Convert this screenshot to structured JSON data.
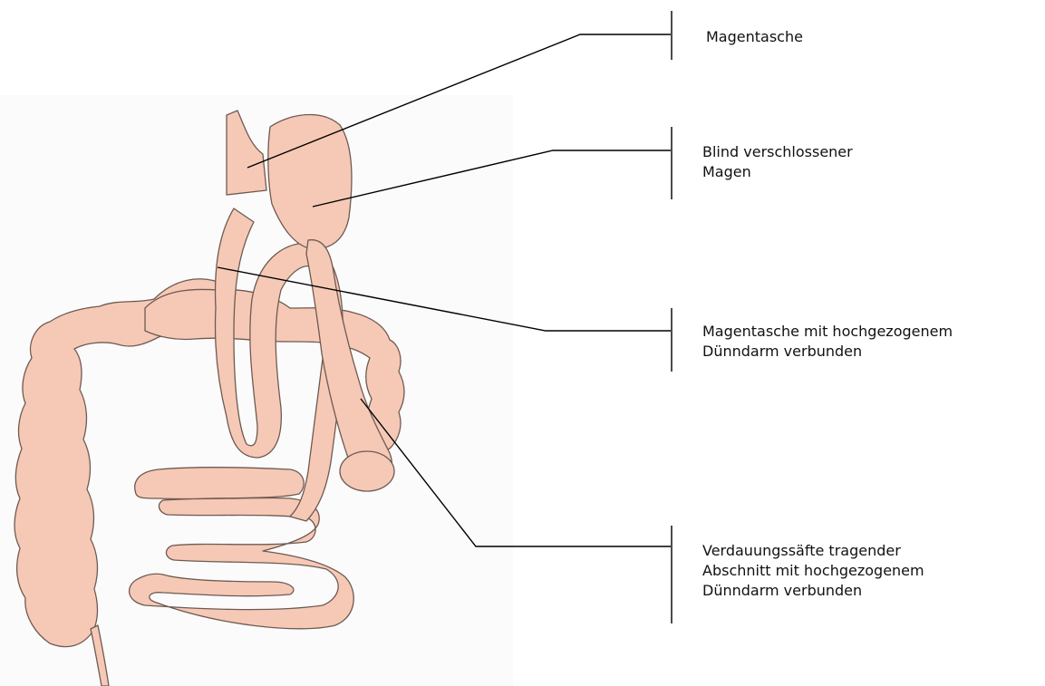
{
  "labels": [
    {
      "lines": [
        "Magentasche"
      ]
    },
    {
      "lines": [
        "Blind verschlossener",
        "Magen"
      ]
    },
    {
      "lines": [
        "Magentasche mit hochgezogenem",
        "Dünndarm verbunden"
      ]
    },
    {
      "lines": [
        "Verdauungssäfte tragender",
        "Abschnitt mit hochgezogenem",
        "Dünndarm verbunden"
      ]
    }
  ],
  "colors": {
    "background_panel": "#fbfbfb",
    "organ_fill": "#f6c9b6",
    "organ_stroke": "#6e5a52",
    "leader_line": "#000000",
    "text": "#111111"
  }
}
